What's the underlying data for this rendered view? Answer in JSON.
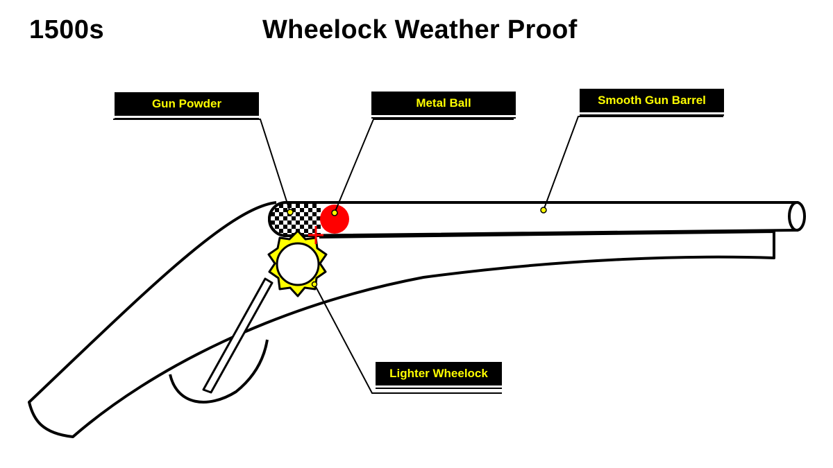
{
  "header": {
    "era": "1500s",
    "title": "Wheelock Weather Proof"
  },
  "labels": {
    "gun_powder": "Gun Powder",
    "metal_ball": "Metal Ball",
    "smooth_gun_barrel": "Smooth Gun Barrel",
    "lighter_wheelock": "Lighter Wheelock"
  },
  "colors": {
    "label_background": "#000000",
    "label_text": "#ffff00",
    "ball": "#ff0000",
    "wheel": "#ffff00",
    "spark": "#ff0000",
    "outline": "#000000"
  }
}
